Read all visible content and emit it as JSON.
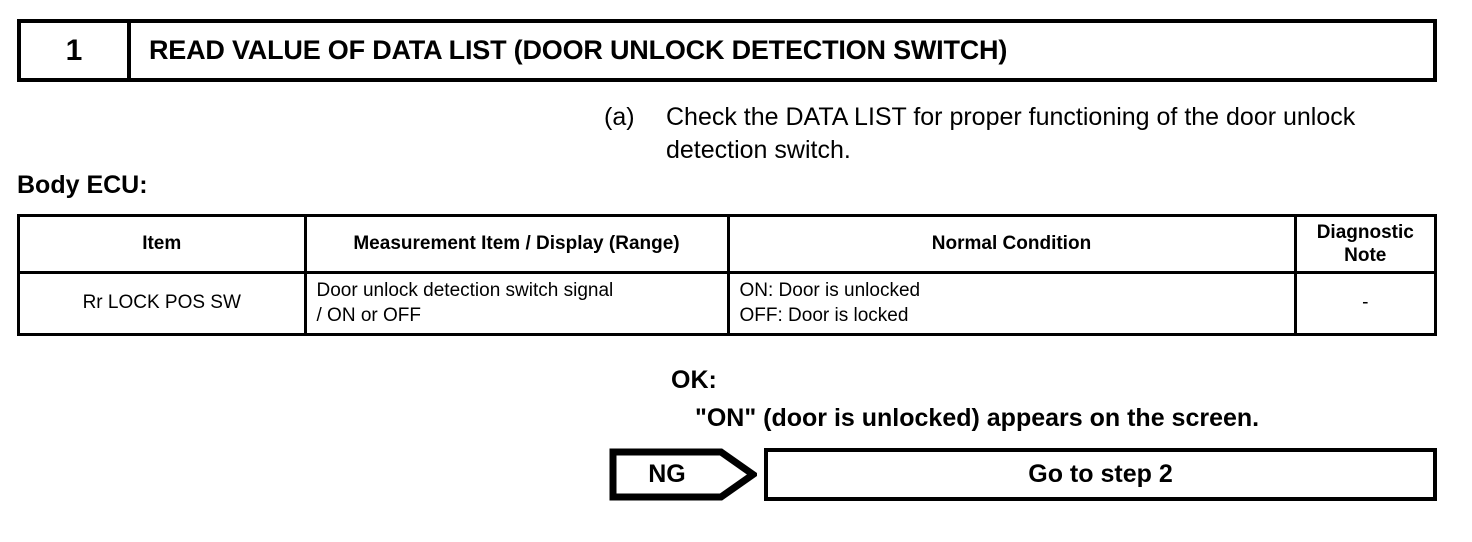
{
  "step": {
    "number": "1",
    "title": "READ VALUE OF DATA LIST (DOOR UNLOCK DETECTION SWITCH)"
  },
  "instruction": {
    "marker": "(a)",
    "text": "Check the DATA LIST for proper functioning of the door unlock detection switch."
  },
  "section": {
    "label": "Body ECU:"
  },
  "table": {
    "headers": [
      "Item",
      "Measurement Item / Display (Range)",
      "Normal Condition",
      "Diagnostic Note"
    ],
    "rows": [
      {
        "item": "Rr LOCK POS SW",
        "measurement_line1": "Door unlock detection switch signal",
        "measurement_line2": "/ ON or OFF",
        "normal_line1": "ON: Door is unlocked",
        "normal_line2": "OFF: Door is locked",
        "note": "-"
      }
    ]
  },
  "result": {
    "ok_label": "OK:",
    "ok_detail": "\"ON\" (door is unlocked) appears on the screen."
  },
  "flow": {
    "ng_label": "NG",
    "next_step": "Go to step 2"
  },
  "colors": {
    "ink": "#000000",
    "paper": "#ffffff"
  }
}
